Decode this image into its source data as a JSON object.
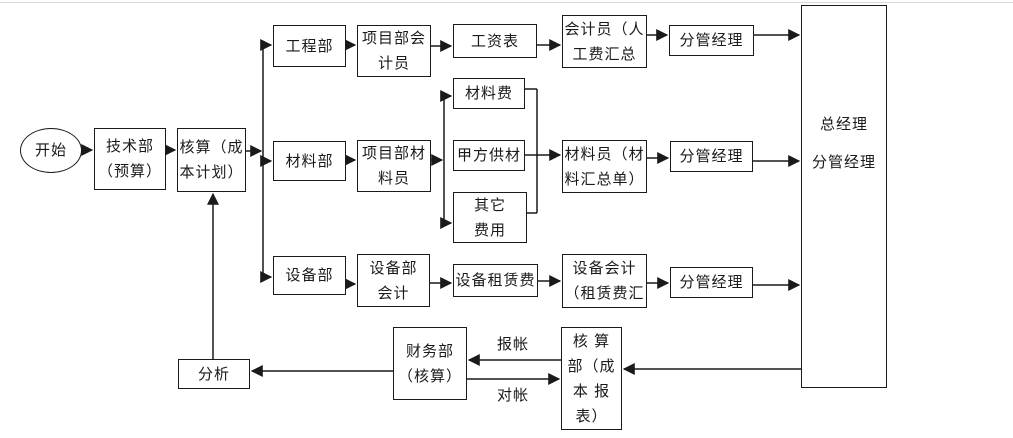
{
  "nodes": {
    "start": {
      "label": "开始"
    },
    "tech_dept": {
      "line1": "技术部",
      "line2": "（预算）"
    },
    "cost_plan": {
      "line1": "核算（成",
      "line2": "本计划）"
    },
    "eng_dept": {
      "label": "工程部"
    },
    "proj_accountant": {
      "line1": "项目部会",
      "line2": "计员"
    },
    "salary_table": {
      "label": "工资表"
    },
    "labor_sum": {
      "line1": "会计员（人",
      "line2": "工费汇总"
    },
    "manager_top": {
      "label": "分管经理"
    },
    "material_dept": {
      "label": "材料部"
    },
    "proj_material": {
      "line1": "项目部材",
      "line2": "料员"
    },
    "material_fee": {
      "label": "材料费"
    },
    "partya_material": {
      "label": "甲方供材"
    },
    "other_fee": {
      "line1": "其它",
      "line2": "费用"
    },
    "material_sum": {
      "line1": "材料员（材",
      "line2": "料汇总单）"
    },
    "manager_mid": {
      "label": "分管经理"
    },
    "equip_dept": {
      "label": "设备部"
    },
    "equip_accountant": {
      "line1": "设备部",
      "line2": "会计"
    },
    "equip_rental": {
      "label": "设备租赁费"
    },
    "equip_sum": {
      "line1": "设备会计",
      "line2": "（租赁费汇"
    },
    "manager_bottom": {
      "label": "分管经理"
    },
    "general_manager": {
      "line1": "总经理",
      "line2": "分管经理"
    },
    "finance_dept": {
      "line1": "财务部",
      "line2": "（核算）"
    },
    "cost_report": {
      "line1": "核 算",
      "line2": "部（成",
      "line3": "本 报",
      "line4": "表）"
    },
    "analysis": {
      "label": "分析"
    }
  },
  "edge_labels": {
    "baozhang": "报帐",
    "duizhang": "对帐"
  },
  "colors": {
    "background": "#ffffff",
    "line": "#1a1a1a",
    "box_border": "#1a1a1a",
    "text": "#1a1a1a"
  }
}
